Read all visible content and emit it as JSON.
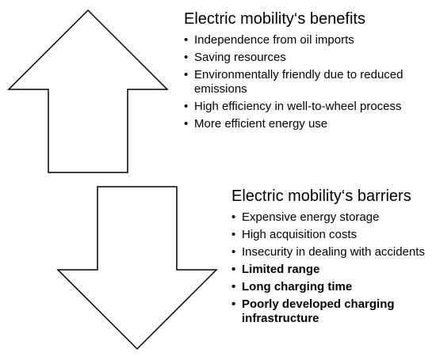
{
  "benefits": {
    "title": "Electric mobility‘s benefits",
    "items": [
      {
        "text": "Independence from oil imports",
        "bold": false
      },
      {
        "text": "Saving resources",
        "bold": false
      },
      {
        "text": "Environmentally friendly due to reduced emissions",
        "bold": false
      },
      {
        "text": "High efficiency in well-to-wheel process",
        "bold": false
      },
      {
        "text": "More efficient energy use",
        "bold": false
      }
    ]
  },
  "barriers": {
    "title": "Electric mobility‘s barriers",
    "items": [
      {
        "text": "Expensive energy storage",
        "bold": false
      },
      {
        "text": "High acquisition costs",
        "bold": false
      },
      {
        "text": "Insecurity in dealing with accidents",
        "bold": false
      },
      {
        "text": "Limited range",
        "bold": true
      },
      {
        "text": "Long charging time",
        "bold": true
      },
      {
        "text": "Poorly developed charging infrastructure",
        "bold": true
      }
    ]
  },
  "colors": {
    "arrow_stroke": "#000000",
    "arrow_fill": "#ffffff",
    "text": "#000000"
  },
  "bullet_glyph": "•",
  "icons": {
    "up_arrow": "up-arrow-icon",
    "down_arrow": "down-arrow-icon"
  }
}
